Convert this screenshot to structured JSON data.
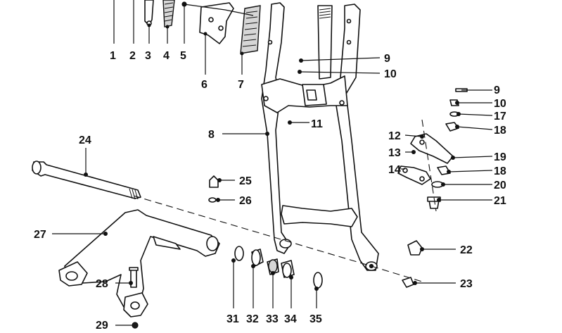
{
  "diagram": {
    "callouts": [
      {
        "id": "1",
        "label": "1"
      },
      {
        "id": "2",
        "label": "2"
      },
      {
        "id": "3",
        "label": "3"
      },
      {
        "id": "4",
        "label": "4"
      },
      {
        "id": "5",
        "label": "5"
      },
      {
        "id": "6",
        "label": "6"
      },
      {
        "id": "7",
        "label": "7"
      },
      {
        "id": "8",
        "label": "8"
      },
      {
        "id": "9a",
        "label": "9"
      },
      {
        "id": "10a",
        "label": "10"
      },
      {
        "id": "11",
        "label": "11"
      },
      {
        "id": "9b",
        "label": "9"
      },
      {
        "id": "10b",
        "label": "10"
      },
      {
        "id": "17",
        "label": "17"
      },
      {
        "id": "18a",
        "label": "18"
      },
      {
        "id": "12",
        "label": "12"
      },
      {
        "id": "19",
        "label": "19"
      },
      {
        "id": "13",
        "label": "13"
      },
      {
        "id": "14",
        "label": "14"
      },
      {
        "id": "18b",
        "label": "18"
      },
      {
        "id": "20",
        "label": "20"
      },
      {
        "id": "21",
        "label": "21"
      },
      {
        "id": "24",
        "label": "24"
      },
      {
        "id": "25",
        "label": "25"
      },
      {
        "id": "26",
        "label": "26"
      },
      {
        "id": "27",
        "label": "27"
      },
      {
        "id": "22",
        "label": "22"
      },
      {
        "id": "23",
        "label": "23"
      },
      {
        "id": "28",
        "label": "28"
      },
      {
        "id": "29",
        "label": "29"
      },
      {
        "id": "31",
        "label": "31"
      },
      {
        "id": "32",
        "label": "32"
      },
      {
        "id": "33",
        "label": "33"
      },
      {
        "id": "34",
        "label": "34"
      },
      {
        "id": "35",
        "label": "35"
      }
    ]
  }
}
